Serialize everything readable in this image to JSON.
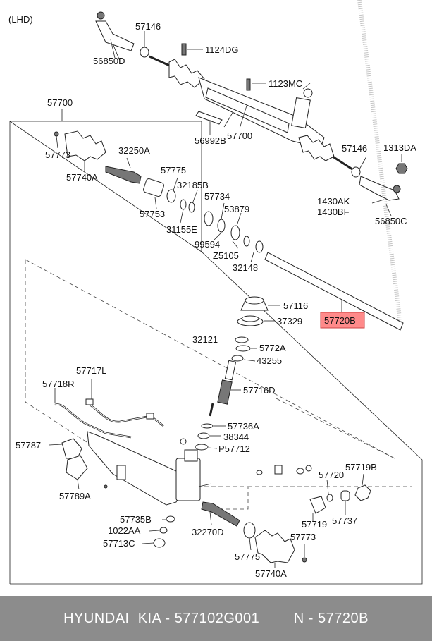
{
  "diagram": {
    "orientation": "(LHD)",
    "highlight_color": "#ff8a8a",
    "labels": {
      "l56850D": "56850D",
      "l57146a": "57146",
      "l1124DG": "1124DG",
      "l1123MC": "1123MC",
      "l57700a": "57700",
      "l56992B": "56992B",
      "l57700b": "57700",
      "l57146b": "57146",
      "l1313DA": "1313DA",
      "l1430AK": "1430AK",
      "l1430BF": "1430BF",
      "l56850C": "56850C",
      "l57773a": "57773",
      "l57740Aa": "57740A",
      "l32250A": "32250A",
      "l57775a": "57775",
      "l32185B": "32185B",
      "l57753": "57753",
      "l31155E": "31155E",
      "l57734": "57734",
      "l53879": "53879",
      "l99594": "99594",
      "lZ5105": "Z5105",
      "l32148": "32148",
      "l57116": "57116",
      "l37329": "37329",
      "l57720B": "57720B",
      "l32121": "32121",
      "l5772A": "5772A",
      "l43255": "43255",
      "l57717L": "57717L",
      "l57718R": "57718R",
      "l57716D": "57716D",
      "l57736A": "57736A",
      "l38344": "38344",
      "lP57712": "P57712",
      "l57787": "57787",
      "l57789A": "57789A",
      "l57720": "57720",
      "l57719B": "57719B",
      "l57719": "57719",
      "l57737": "57737",
      "l57735B": "57735B",
      "l1022AA": "1022AA",
      "l57713C": "57713C",
      "l32270D": "32270D",
      "l57775b": "57775",
      "l57773b": "57773",
      "l57740Ab": "57740A"
    }
  },
  "footer": {
    "brand": "HYUNDAI  KIA - 577102G001",
    "ref": "N - 57720B"
  }
}
